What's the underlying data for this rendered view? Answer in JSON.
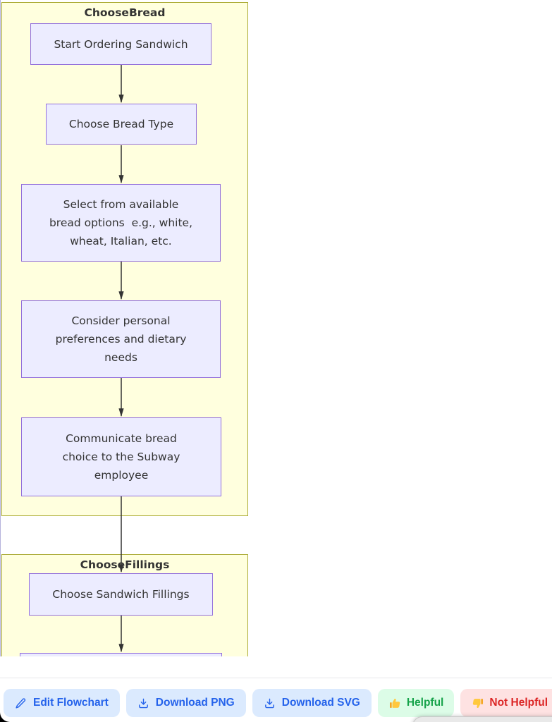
{
  "flowchart": {
    "subgraphs": [
      {
        "title": "ChooseBread"
      },
      {
        "title": "ChooseFillings"
      }
    ],
    "nodes": [
      {
        "label": "Start Ordering Sandwich"
      },
      {
        "label": "Choose Bread Type"
      },
      {
        "label": "Select from available\nbread options  e.g., white,\nwheat, Italian, etc."
      },
      {
        "label": "Consider personal\npreferences and dietary\nneeds"
      },
      {
        "label": "Communicate bread\nchoice to the Subway\nemployee"
      },
      {
        "label": "Choose Sandwich Fillings"
      }
    ],
    "colors": {
      "node_fill": "#ECECFF",
      "node_border": "#9370DB",
      "cluster_fill": "#FFFFDE",
      "cluster_border": "#AAAA33",
      "edge": "#333333",
      "text": "#333333"
    }
  },
  "toolbar": {
    "edit_label": "Edit Flowchart",
    "download_png_label": "Download PNG",
    "download_svg_label": "Download SVG",
    "helpful_label": "Helpful",
    "not_helpful_label": "Not Helpful",
    "icons": {
      "edit": "pencil-icon",
      "download": "download-icon",
      "helpful": "thumbs-up-icon",
      "not_helpful": "thumbs-down-icon"
    },
    "colors": {
      "accent_blue": "#2563EB",
      "accent_blue_bg": "#DBEAFE",
      "accent_green": "#16A34A",
      "accent_green_bg": "#DCFCE7",
      "accent_red": "#DC2626",
      "accent_red_bg": "#FEE2E2"
    }
  }
}
